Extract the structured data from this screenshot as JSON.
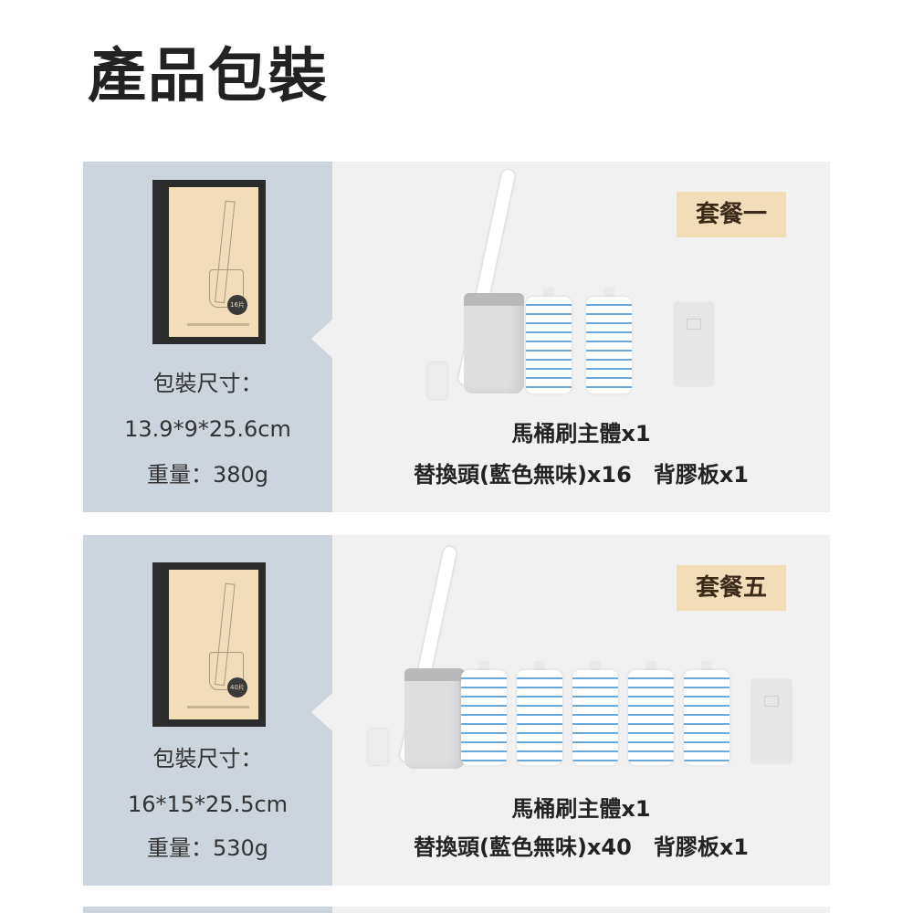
{
  "heading": "產品包裝",
  "packages": [
    {
      "badge": "套餐一",
      "size_label": "包裝尺寸：",
      "size_value": "13.9*9*25.6cm",
      "weight": "重量：380g",
      "product_line1": "馬桶刷主體x1",
      "product_line2": "替換頭(藍色無味)x16　背膠板x1",
      "box_count": "16片"
    },
    {
      "badge": "套餐五",
      "size_label": "包裝尺寸：",
      "size_value": "16*15*25.5cm",
      "weight": "重量：530g",
      "product_line1": "馬桶刷主體x1",
      "product_line2": "替換頭(藍色無味)x40　背膠板x1",
      "box_count": "40片"
    }
  ],
  "colors": {
    "left_panel": "#ccd5de",
    "right_panel": "#f1f1f1",
    "badge_bg": "#f1ddb8",
    "refill_stripe": "#6aa8e0"
  }
}
